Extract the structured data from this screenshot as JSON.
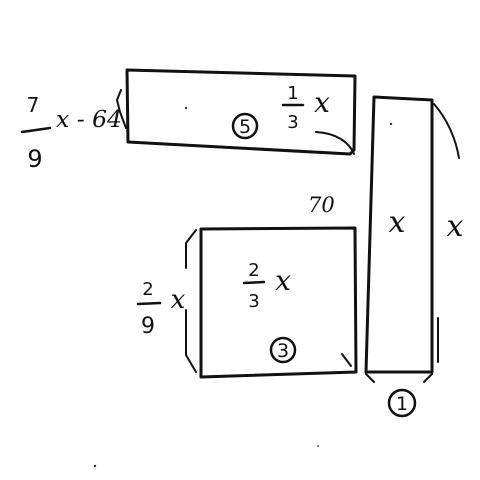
{
  "rect_5": {
    "id_label": "5",
    "inner_num": "1",
    "inner_den": "3",
    "inner_var": "x",
    "side_num": "7",
    "side_den": "9",
    "side_rest": "x - 64",
    "corner_label": "70"
  },
  "rect_3": {
    "id_label": "3",
    "inner_num": "2",
    "inner_den": "3",
    "inner_var": "x",
    "side_num": "2",
    "side_den": "9",
    "side_var": "x"
  },
  "rect_1": {
    "id_label": "1",
    "inner_var": "x",
    "side_var": "x"
  }
}
